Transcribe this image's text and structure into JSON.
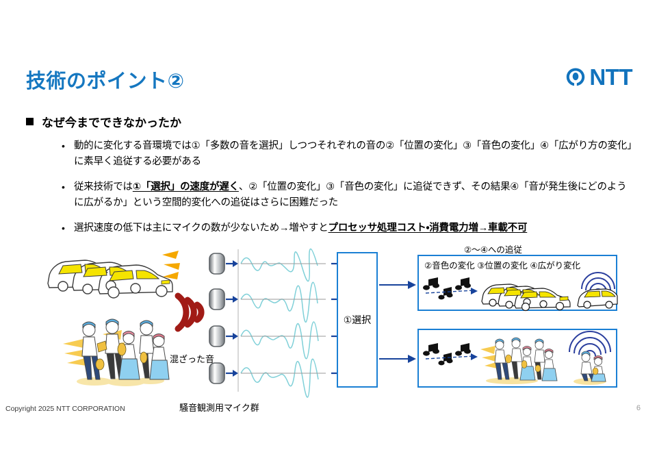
{
  "header": {
    "title": "技術のポイント②",
    "logo_text": "NTT",
    "logo_icon": "ntt-spiral-mark",
    "title_color": "#1577c0",
    "logo_color": "#1273bd"
  },
  "section": {
    "heading": "なぜ今までできなかったか",
    "bullet_marker": "■"
  },
  "bullets": [
    {
      "marker": "•",
      "parts": [
        {
          "text": "動的に変化する音環境では①「多数の音を選択」しつつそれぞれの音の②「位置の変化」③「音色の変化」④「広がり方の変化」に素早く追従する必要がある",
          "emphasis": false
        }
      ]
    },
    {
      "marker": "•",
      "parts": [
        {
          "text": "従来技術では",
          "emphasis": false
        },
        {
          "text": "①「選択」の速度が遅く",
          "emphasis": true
        },
        {
          "text": "、②「位置の変化」③「音色の変化」に追従できず、その結果④「音が発生後にどのように広がるか」という空間的変化への追従はさらに困難だった",
          "emphasis": false
        }
      ]
    },
    {
      "marker": "•",
      "parts": [
        {
          "text": "選択速度の低下は主にマイクの数が少ないため→増やすと",
          "emphasis": false
        },
        {
          "text": "プロセッサ処理コスト・消費電力増→車載不可",
          "emphasis": true
        }
      ]
    }
  ],
  "figure": {
    "labels": {
      "mixed_sound": "混ざった音",
      "mic_array": "騒音観測用マイク群",
      "tracking": "②〜④への追従"
    },
    "select_block": "①選択",
    "result_boxes": [
      {
        "title": "②音色の変化 ③位置の変化 ④広がり変化"
      },
      {
        "title": ""
      }
    ],
    "mic_count": 4,
    "colors": {
      "box_border": "#1a7fd4",
      "arrow": "#17439b",
      "waveform": "#7fd0d8",
      "sound_red": "#a11b16",
      "sound_blue": "#2b3f9e",
      "car_yellow": "#f5e400",
      "burst_orange": "#f5a800",
      "people_blue": "#5aaee0",
      "people_yellow": "#f7c948",
      "mic_body": "#c9cbcd"
    }
  },
  "footer": {
    "copyright": "Copyright 2025 NTT CORPORATION",
    "page_number": "6"
  }
}
